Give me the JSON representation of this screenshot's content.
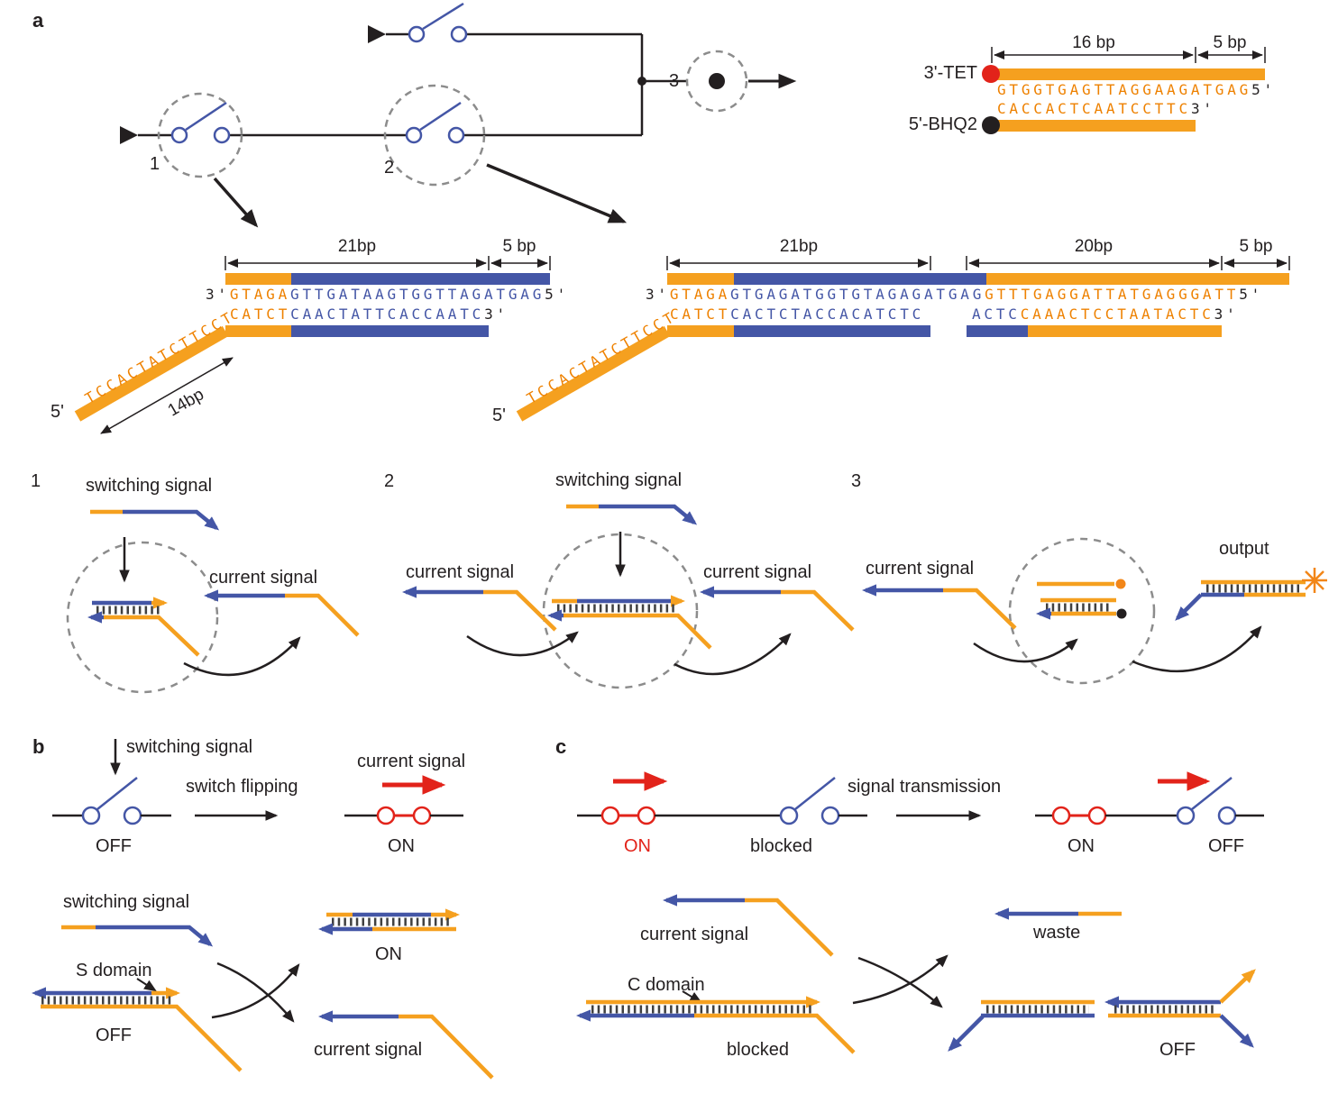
{
  "colors": {
    "orange": "#F5A01F",
    "orange_text": "#EE8100",
    "blue": "#4456A6",
    "red": "#E2231A",
    "black": "#231F20",
    "dashed_gray": "#8C8C8C"
  },
  "panel_a": {
    "tag": "a"
  },
  "circuit": {
    "n1": "1",
    "n2": "2",
    "n3": "3"
  },
  "reporter": {
    "bp16": "16 bp",
    "bp5": "5 bp",
    "tet": "3'-TET",
    "bhq": "5'-BHQ2",
    "top_seq": "GTGGTGAGTTAGGAAGATGAG",
    "top_end": "5'",
    "bot_seq": "CACCACTCAATCCTTC",
    "bot_end": "3'"
  },
  "sw1": {
    "bp21": "21bp",
    "bp5": "5 bp",
    "bp14": "14bp",
    "p3": "3'",
    "top_o": "GTAGA",
    "top_b": "GTTGATAAGTGGTTAGATGAG",
    "p5": "5'",
    "bot_o": "CATCT",
    "bot_b": "CAACTATTCACCAATC",
    "bot_end": "3'",
    "toe": "TCCACTATCTTCCT",
    "toe5": "5'"
  },
  "sw2": {
    "bp21": "21bp",
    "bp20": "20bp",
    "bp5": "5 bp",
    "p3": "3'",
    "top_o": "GTAGA",
    "top_b": "GTGAGATGGTGTAGAGATGAG",
    "top_o2": "GTTTGAGGATTATGAGGGATT",
    "p5": "5'",
    "bot_o": "CATCT",
    "bot_b": "CACTCTACCACATCTC",
    "bot_b2": "ACTC",
    "bot_o2": "CAAACTCCTAATACTC",
    "bot_end": "3'",
    "toe": "TCCACTATCTTCCT",
    "toe5": "5'"
  },
  "steps": {
    "n1": "1",
    "n2": "2",
    "n3": "3",
    "switching": "switching signal",
    "current": "current signal",
    "output": "output"
  },
  "panel_b": {
    "tag": "b",
    "switching": "switching signal",
    "off": "OFF",
    "on": "ON",
    "flip": "switch flipping",
    "current": "current signal",
    "s_domain": "S domain"
  },
  "panel_c": {
    "tag": "c",
    "on": "ON",
    "off": "OFF",
    "blocked": "blocked",
    "transmission": "signal transmission",
    "current": "current signal",
    "c_domain": "C domain",
    "waste": "waste"
  }
}
